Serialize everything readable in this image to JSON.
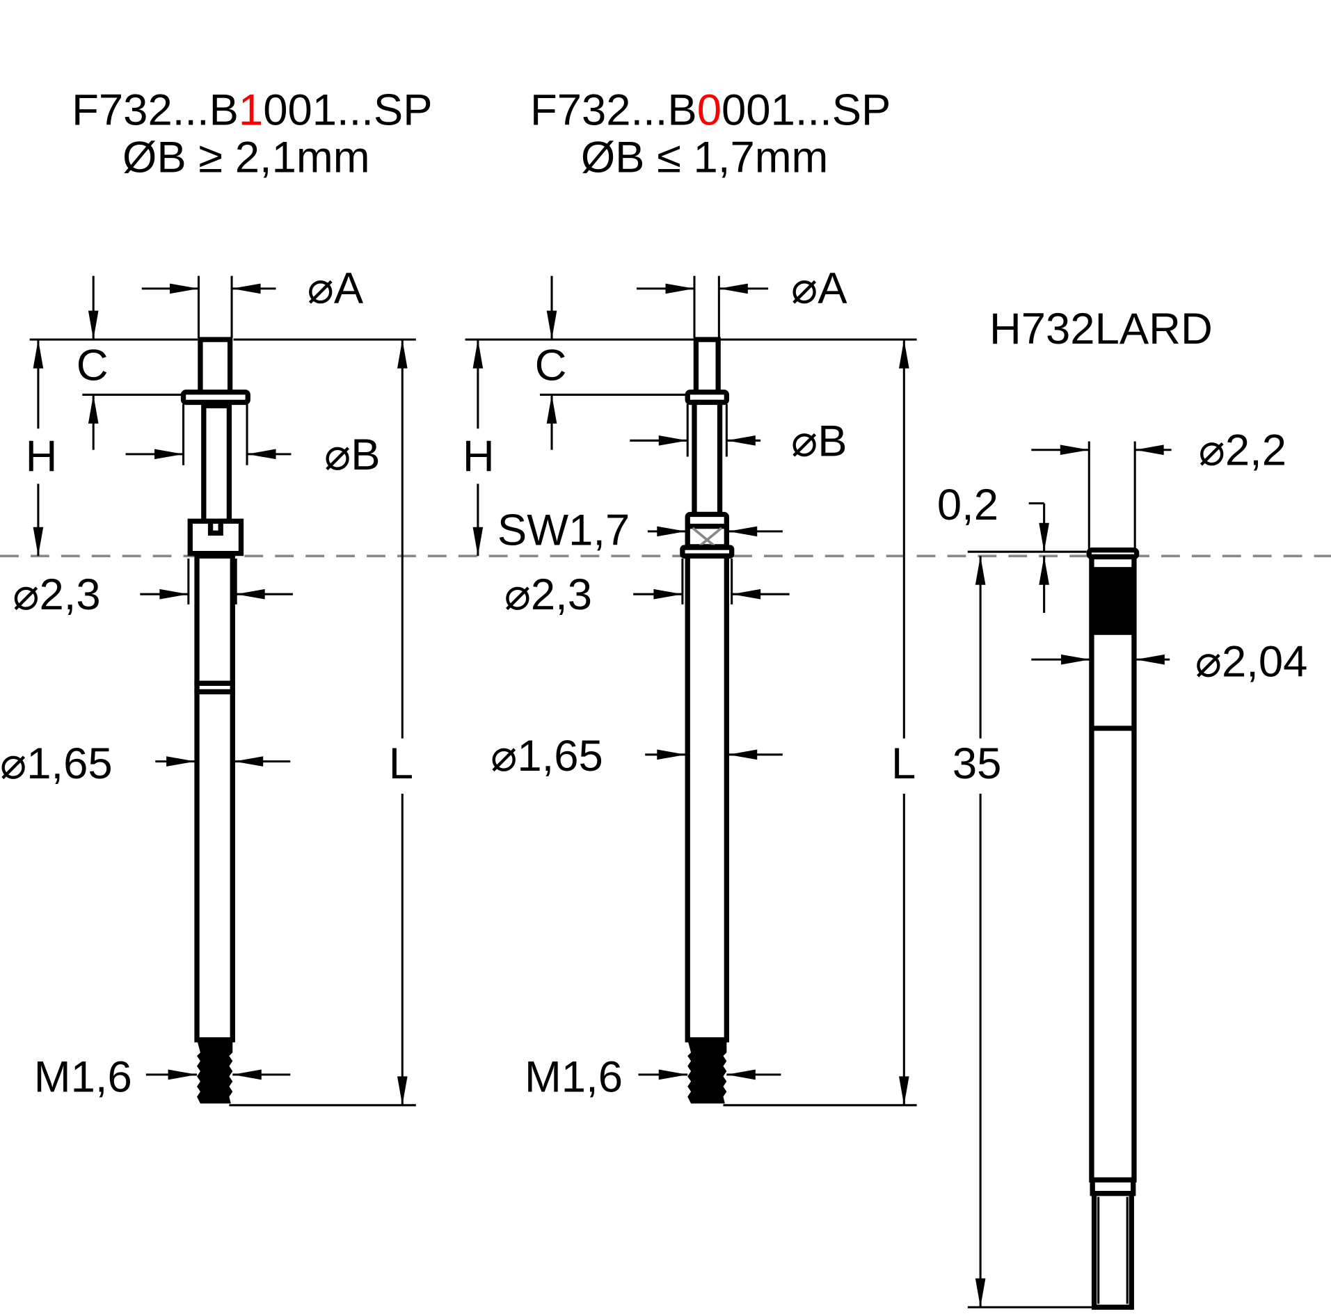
{
  "colors": {
    "line": "#000000",
    "centerline": "#888888",
    "highlight": "#ff0000",
    "background": "#ffffff"
  },
  "variant_1001": {
    "title_prefix": "F732...B",
    "title_highlight": "1",
    "title_suffix": "001...SP",
    "condition": "ØB ≥ 2,1mm",
    "dims": {
      "dia_a": "A",
      "c": "C",
      "h": "H",
      "dia_b": "B",
      "dia_2_3": "2,3",
      "dia_1_65": "1,65",
      "l": "L",
      "thread": "M1,6"
    }
  },
  "variant_0001": {
    "title_prefix": "F732...B",
    "title_highlight": "0",
    "title_suffix": "001...SP",
    "condition": "ØB ≤ 1,7mm",
    "dims": {
      "dia_a": "A",
      "c": "C",
      "h": "H",
      "dia_b": "B",
      "sw": "SW1,7",
      "dia_2_3": "2,3",
      "dia_1_65": "1,65",
      "l": "L",
      "thread": "M1,6"
    }
  },
  "receptacle": {
    "title": "H732LARD",
    "dims": {
      "dia_2_2": "2,2",
      "offset": "0,2",
      "dia_2_04": "2,04",
      "length": "35"
    }
  },
  "symbols": {
    "diameter": "⌀"
  }
}
